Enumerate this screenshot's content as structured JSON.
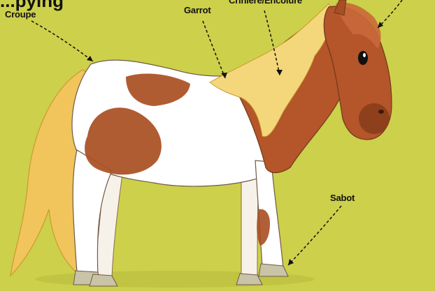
{
  "diagram": {
    "title_fragment": "...pying",
    "labels": {
      "croupe": "Croupe",
      "garrot": "Garrot",
      "criniere": "Crinière/Encolure",
      "sabot": "Sabot"
    }
  },
  "colors": {
    "background": "#cdd04a",
    "coat_white": "#ffffff",
    "coat_brown": "#a94e22",
    "mane": "#f4d77a",
    "tail": "#f1c45c",
    "pointer": "#111111"
  }
}
